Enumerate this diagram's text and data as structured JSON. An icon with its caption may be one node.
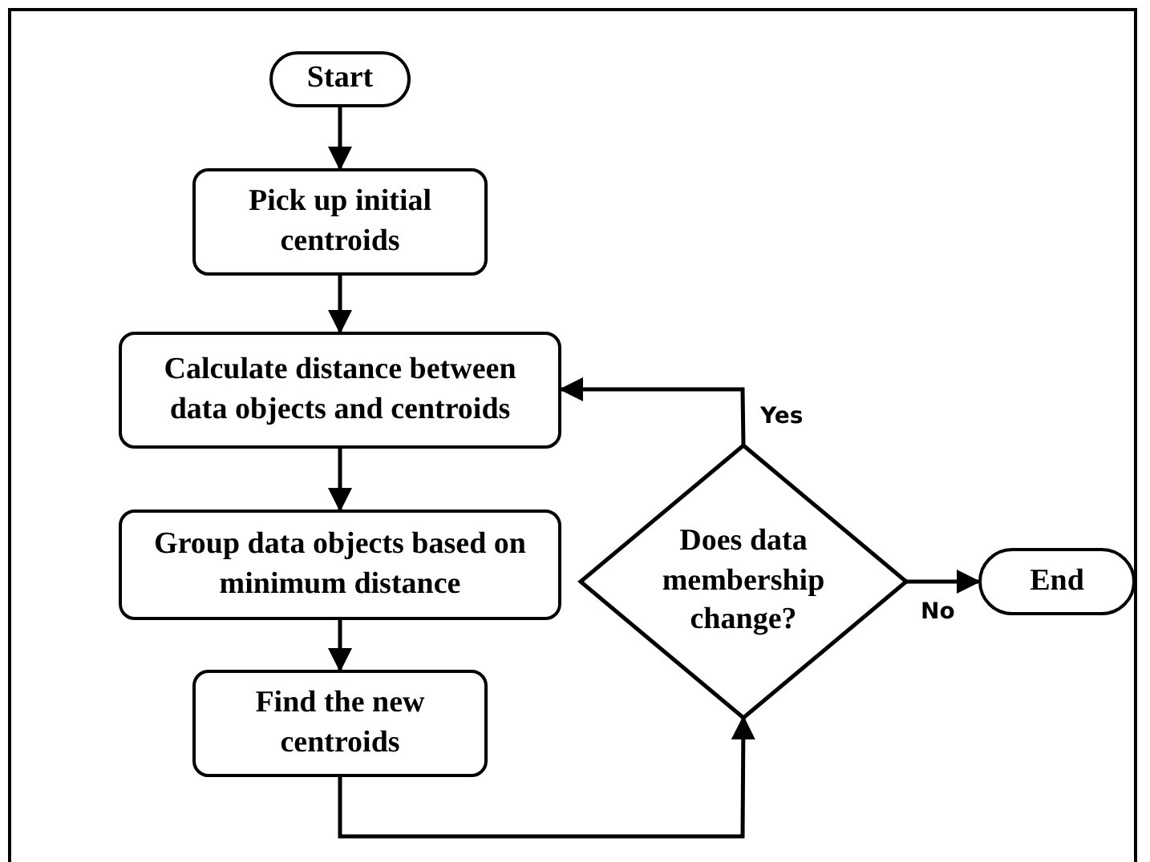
{
  "diagram": {
    "nodes": [
      {
        "text": [
          "Start"
        ]
      },
      {
        "text": [
          "Pick up initial centroids"
        ]
      },
      {
        "text": [
          "Calculate distance between data objects and centroids"
        ]
      },
      {
        "text": [
          "Group data objects based on minimum distance"
        ]
      },
      {
        "text": [
          "Find the new centroids"
        ]
      },
      {
        "text": [
          "Does data membership change?"
        ]
      },
      {
        "text": [
          "End"
        ]
      }
    ],
    "edges": [
      {
        "from": 0,
        "to": 1,
        "arrow": "to"
      },
      {
        "from": 1,
        "to": 2,
        "arrow": "to"
      },
      {
        "from": 2,
        "to": 3,
        "arrow": "to"
      },
      {
        "from": 3,
        "to": 4,
        "arrow": "to"
      },
      {
        "from": 4,
        "to": 5,
        "arrow": "to"
      },
      {
        "from": 5,
        "to": 2,
        "arrow": "to",
        "label": "Yes"
      },
      {
        "from": 5,
        "to": 6,
        "arrow": "to",
        "label": "No"
      }
    ]
  }
}
